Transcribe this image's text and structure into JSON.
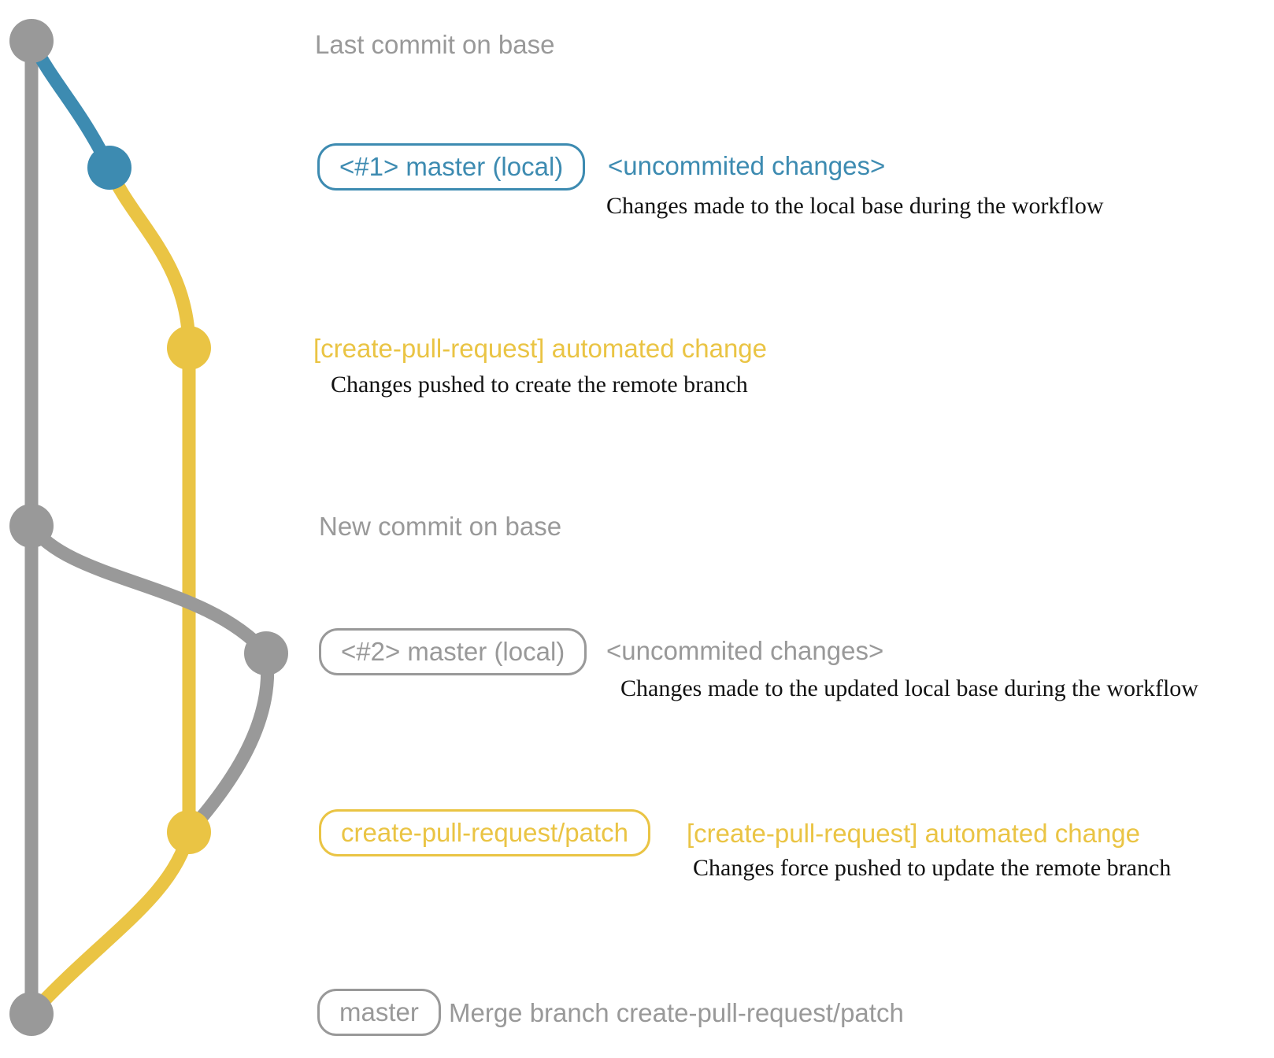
{
  "colors": {
    "gray": "#999999",
    "blue": "#3d8bb1",
    "yellow": "#eac444",
    "ink": "#121212"
  },
  "rows": {
    "last_commit": {
      "text": "Last commit on base"
    },
    "commit1": {
      "branch_label": "<#1> master (local)",
      "message": "<uncommited changes>",
      "description": "Changes made to the local base during the workflow"
    },
    "push1": {
      "message": "[create-pull-request] automated change",
      "description": "Changes pushed to create the remote branch"
    },
    "new_commit": {
      "text": "New commit on base"
    },
    "commit2": {
      "branch_label": "<#2> master (local)",
      "message": "<uncommited changes>",
      "description": "Changes made to the updated local base during the workflow"
    },
    "push2": {
      "branch_label": "create-pull-request/patch",
      "message": "[create-pull-request] automated change",
      "description": "Changes force pushed to update the remote branch"
    },
    "merge": {
      "branch_label": "master",
      "message": "Merge branch create-pull-request/patch"
    }
  }
}
